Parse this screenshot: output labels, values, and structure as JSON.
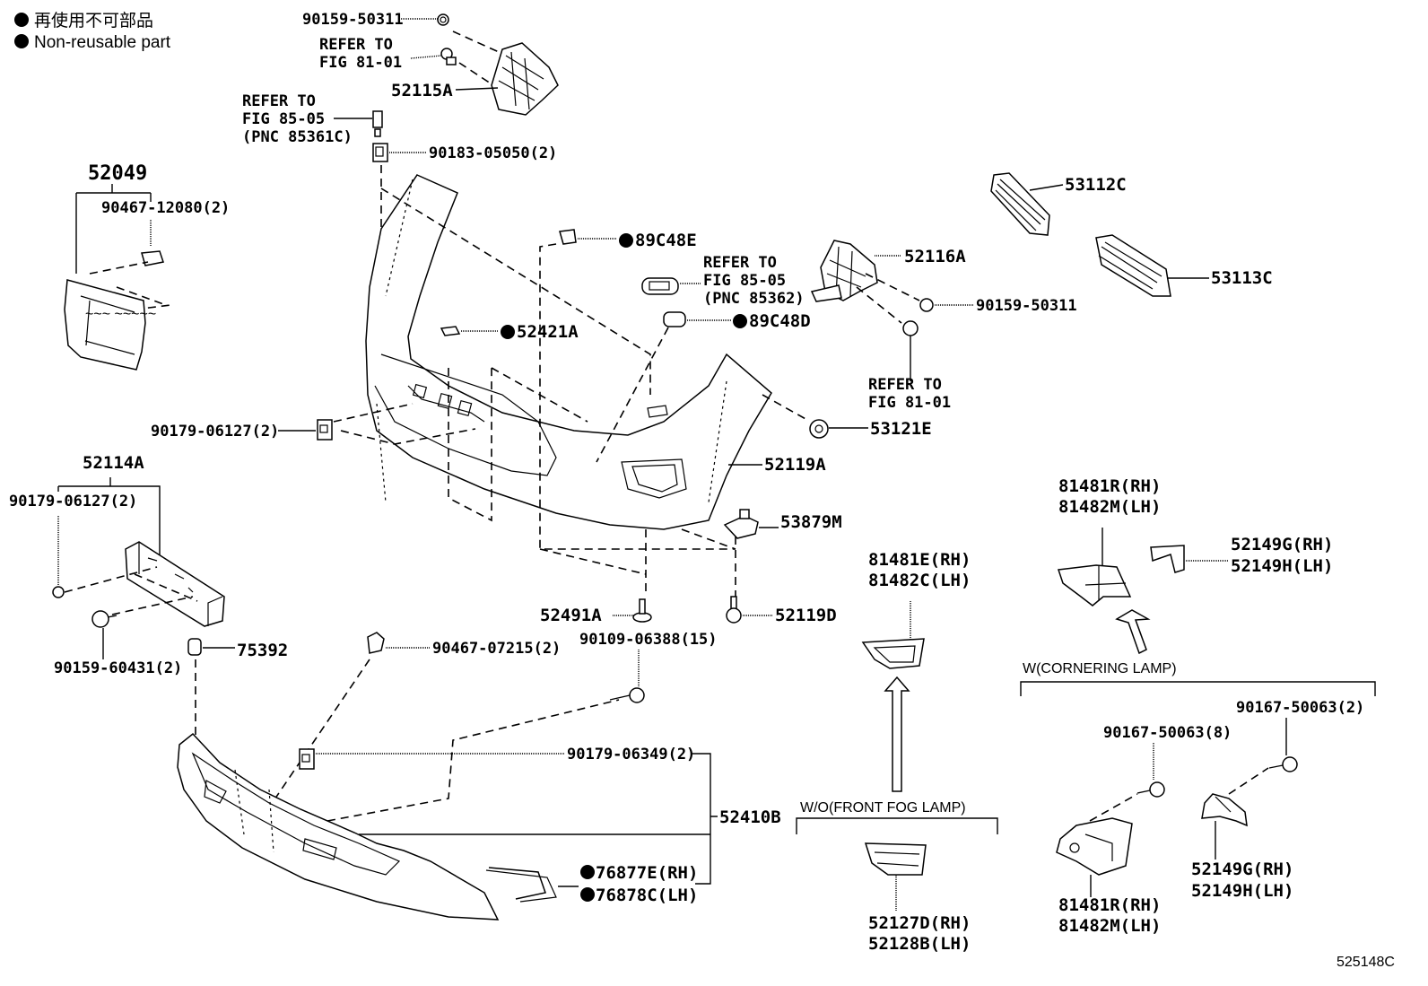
{
  "legend": {
    "line1": "再使用不可部品",
    "line2": "Non-reusable part"
  },
  "figure_id": "525148C",
  "labels": {
    "p90159_50311_top": "90159-50311",
    "refer_81_01_top_a": "REFER TO",
    "refer_81_01_top_b": "FIG 81-01",
    "p52115A": "52115A",
    "refer_85_05_a": "REFER TO",
    "refer_85_05_b": "FIG 85-05",
    "refer_85_05_c": "(PNC 85361C)",
    "p90183_05050": "90183-05050(2)",
    "p52049": "52049",
    "p90467_12080": "90467-12080(2)",
    "p89C48E": "89C48E",
    "refer_85362_a": "REFER TO",
    "refer_85362_b": "FIG 85-05",
    "refer_85362_c": "(PNC 85362)",
    "p52116A": "52116A",
    "p53112C": "53112C",
    "p53113C": "53113C",
    "p90159_50311_right": "90159-50311",
    "p89C48D": "89C48D",
    "p52421A": "52421A",
    "refer_81_01_right_a": "REFER TO",
    "refer_81_01_right_b": "FIG 81-01",
    "p53121E": "53121E",
    "p90179_06127_mid": "90179-06127(2)",
    "p52119A": "52119A",
    "p52114A": "52114A",
    "p90179_06127_left": "90179-06127(2)",
    "p53879M": "53879M",
    "p81481E": "81481E(RH)",
    "p81482C": "81482C(LH)",
    "p81481R_top": "81481R(RH)",
    "p81482M_top": "81482M(LH)",
    "p52149G_top": "52149G(RH)",
    "p52149H_top": "52149H(LH)",
    "p52491A": "52491A",
    "p52119D": "52119D",
    "p90109_06388": "90109-06388(15)",
    "p90159_60431": "90159-60431(2)",
    "p75392": "75392",
    "p90467_07215": "90467-07215(2)",
    "w_cornering": "W(CORNERING LAMP)",
    "p90167_50063_2": "90167-50063(2)",
    "p90167_50063_8": "90167-50063(8)",
    "p90179_06349": "90179-06349(2)",
    "p52410B": "52410B",
    "wo_fog": "W/O(FRONT FOG LAMP)",
    "p76877E": "76877E(RH)",
    "p76878C": "76878C(LH)",
    "p52127D": "52127D(RH)",
    "p52128B": "52128B(LH)",
    "p81481R_bot": "81481R(RH)",
    "p81482M_bot": "81482M(LH)",
    "p52149G_bot": "52149G(RH)",
    "p52149H_bot": "52149H(LH)"
  },
  "non_reusable_parts": [
    "89C48E",
    "89C48D",
    "52421A",
    "76877E(RH)",
    "76878C(LH)"
  ]
}
